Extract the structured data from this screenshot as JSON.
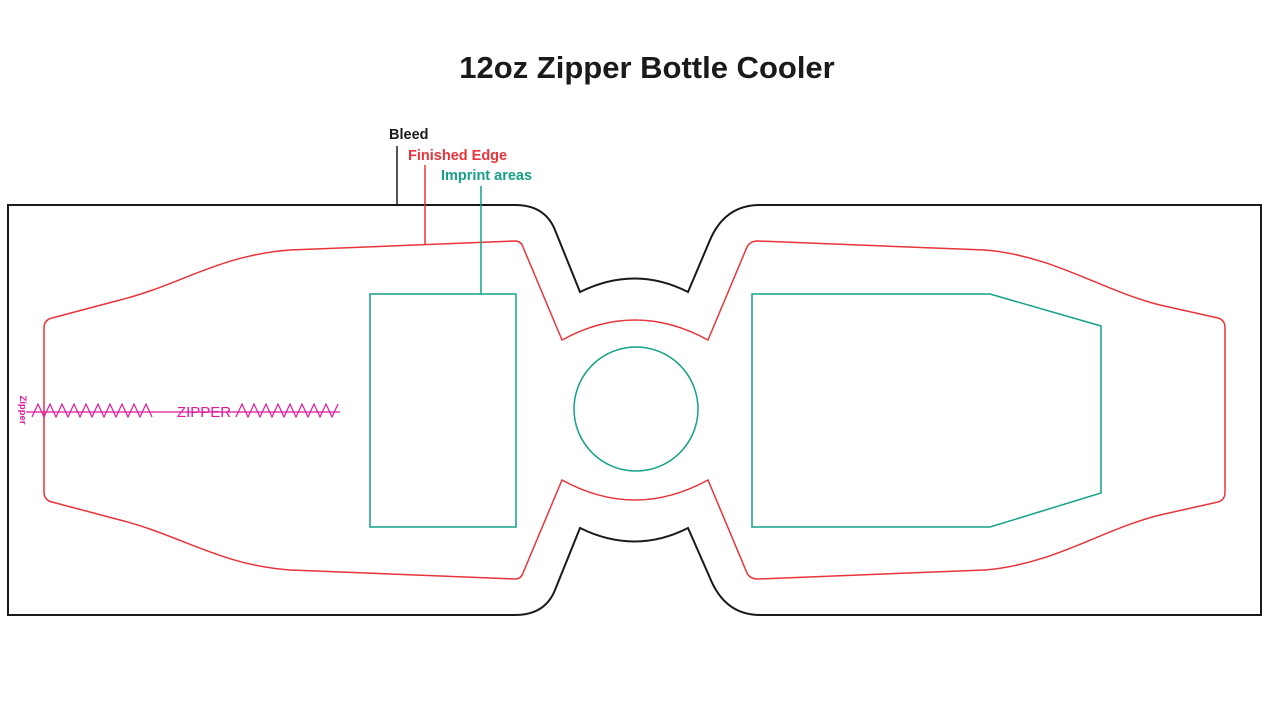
{
  "title": "12oz Zipper Bottle Cooler",
  "legend": {
    "bleed": "Bleed",
    "finished_edge": "Finished Edge",
    "imprint_areas": "Imprint areas"
  },
  "zipper": {
    "label": "ZIPPER",
    "side_label": "Zipper"
  },
  "colors": {
    "bleed": "#1a1a1a",
    "finished_edge": "#e8343a",
    "imprint": "#16a088",
    "zipper": "#e0189a"
  }
}
